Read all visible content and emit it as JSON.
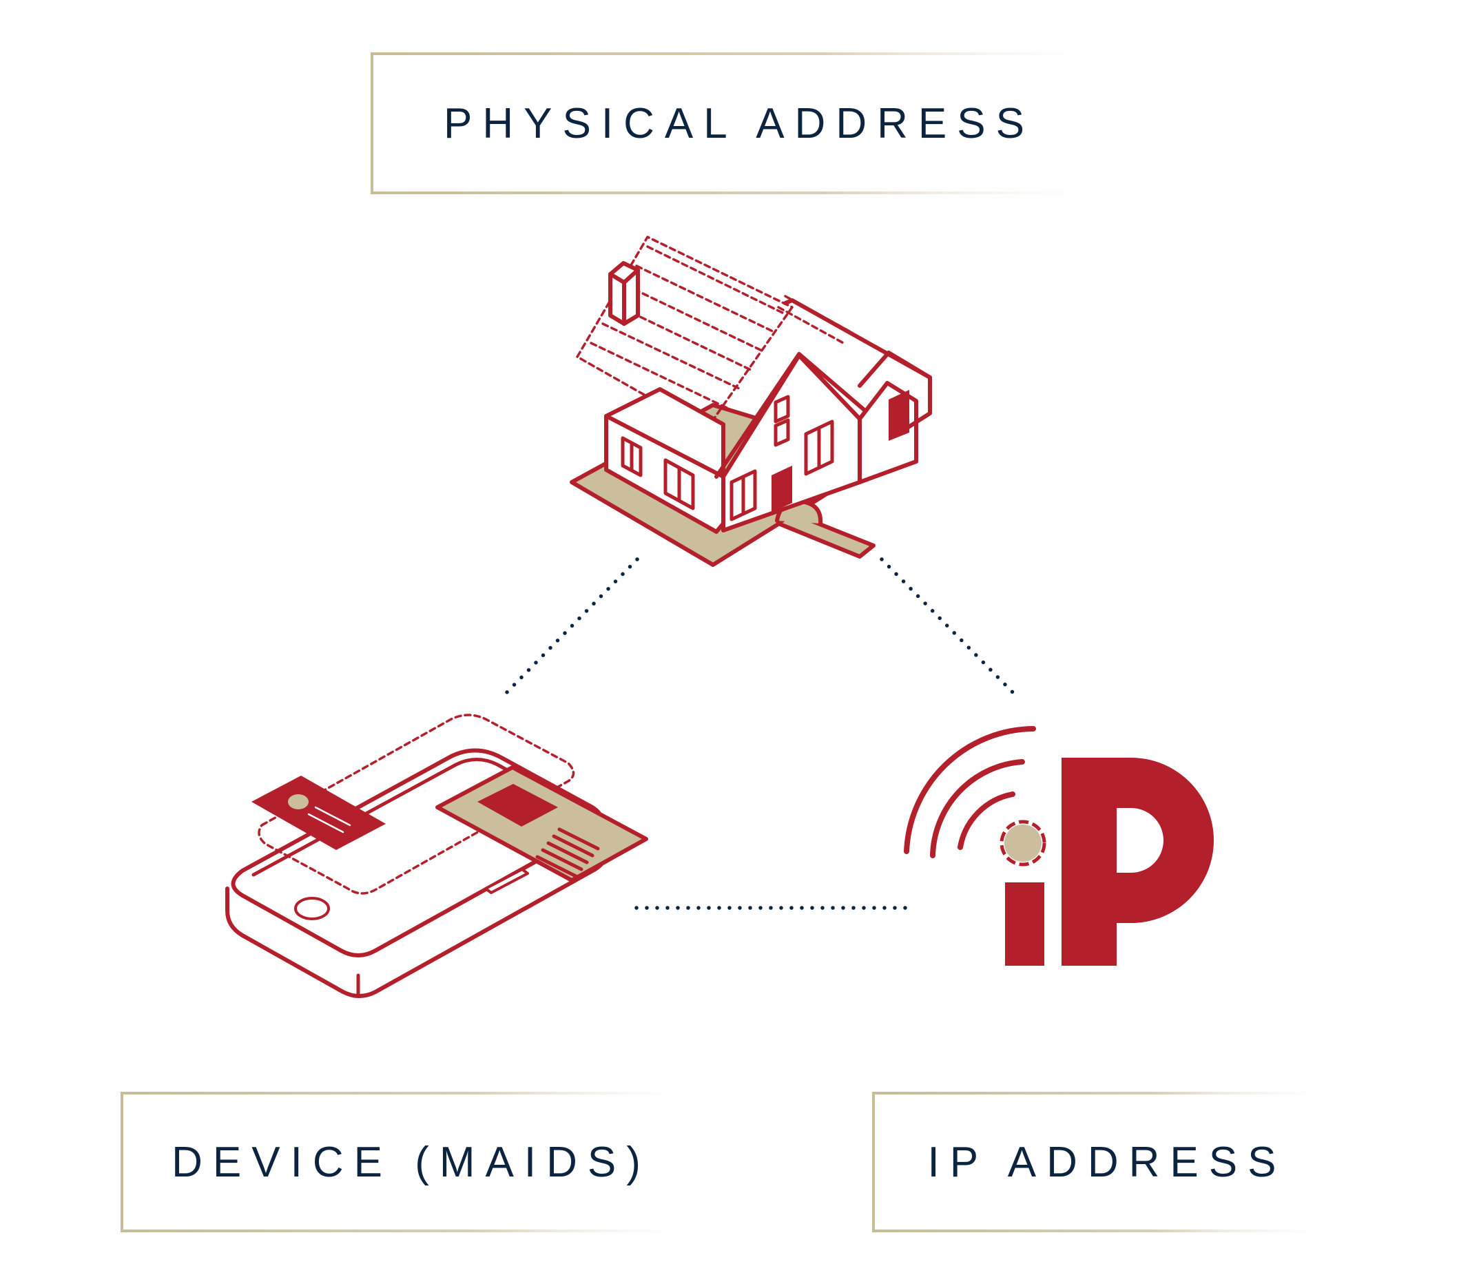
{
  "labels": {
    "physical": "PHYSICAL ADDRESS",
    "device": "DEVICE (MAIDS)",
    "ip": "IP ADDRESS"
  },
  "ip_logo": {
    "text": "iP"
  },
  "colors": {
    "red": "#b31f2a",
    "tan": "#cbbe9c",
    "navy": "#0d2440",
    "gold_border": "#cbbf9b"
  },
  "icons": [
    "house-icon",
    "smartphone-icon",
    "ip-signal-icon"
  ]
}
